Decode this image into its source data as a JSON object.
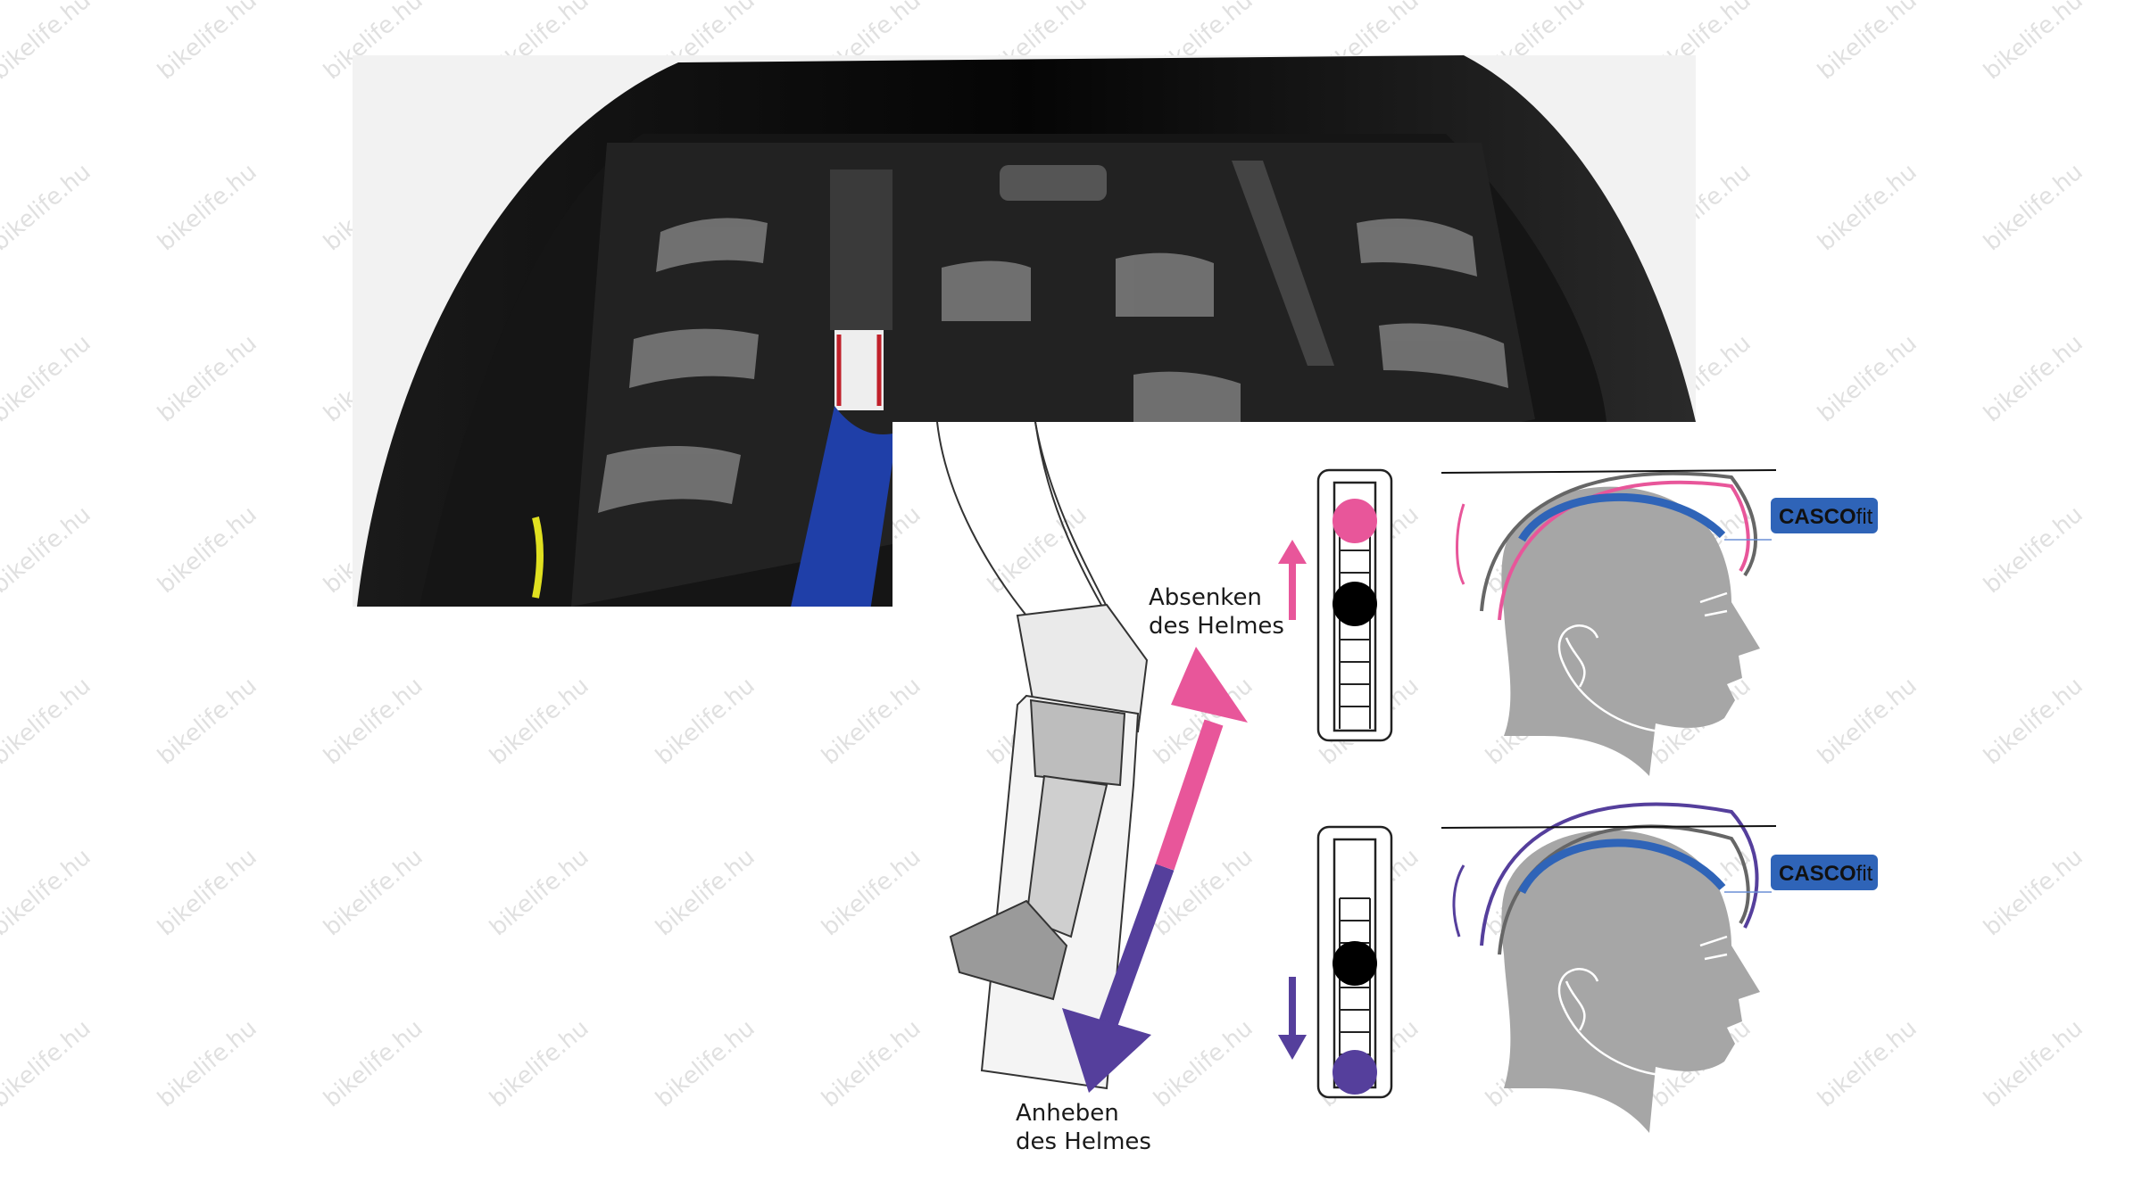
{
  "watermark": "bikelife.hu",
  "labels": {
    "lower_line1": "Absenken",
    "lower_line2": "des Helmes",
    "raise_line1": "Anheben",
    "raise_line2": "des Helmes"
  },
  "badges": [
    {
      "bold": "CASCO",
      "light": "fit"
    },
    {
      "bold": "CASCO",
      "light": "fit"
    }
  ],
  "colors": {
    "pink": "#e8569a",
    "purple": "#553f9c",
    "casco_blue": "#2f64b8",
    "head_gray": "#a6a6a6"
  }
}
